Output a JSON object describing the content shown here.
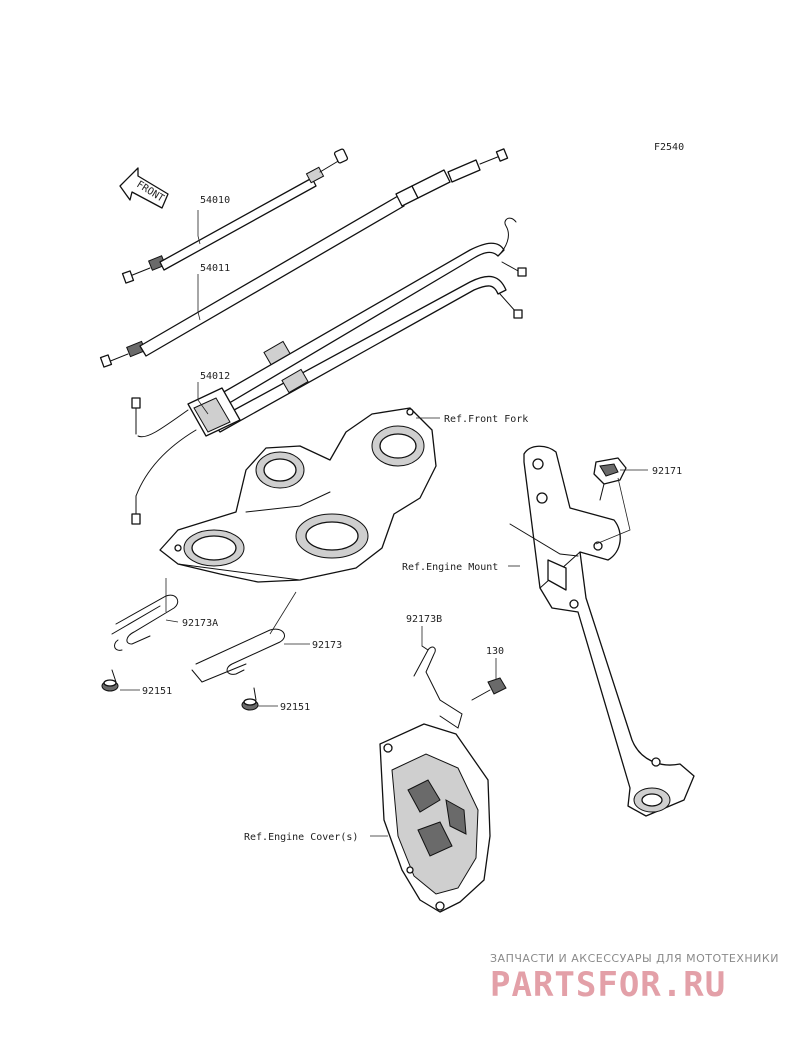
{
  "figure_code": "F2540",
  "front_label": "FRONT",
  "labels": {
    "p54010": "54010",
    "p54011": "54011",
    "p54012": "54012",
    "ref_front_fork": "Ref.Front Fork",
    "p92171": "92171",
    "ref_engine_mount": "Ref.Engine Mount",
    "p92173A": "92173A",
    "p92173": "92173",
    "p92151a": "92151",
    "p92151b": "92151",
    "p92173B": "92173B",
    "p130": "130",
    "ref_engine_cover": "Ref.Engine Cover(s)"
  },
  "watermark": {
    "tagline": "ЗАПЧАСТИ И АКСЕССУАРЫ ДЛЯ МОТОТЕХНИКИ",
    "brand": "PARTSFOR.RU"
  }
}
